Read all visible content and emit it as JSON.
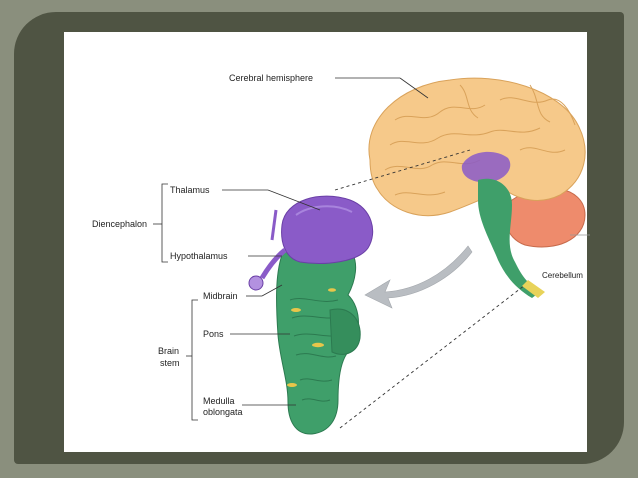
{
  "labels": {
    "cerebral_hemisphere": "Cerebral hemisphere",
    "thalamus": "Thalamus",
    "diencephalon": "Diencephalon",
    "hypothalamus": "Hypothalamus",
    "midbrain": "Midbrain",
    "pons": "Pons",
    "brain": "Brain",
    "stem": "stem",
    "medulla": "Medulla",
    "oblongata": "oblongata",
    "cerebellum": "Cerebellum"
  },
  "colors": {
    "cerebrum": "#f6c98a",
    "thalamus": "#8a5bc8",
    "brainstem": "#3f9f6a",
    "cerebellum": "#ee8b6c",
    "arrow": "#b9bdc2"
  }
}
